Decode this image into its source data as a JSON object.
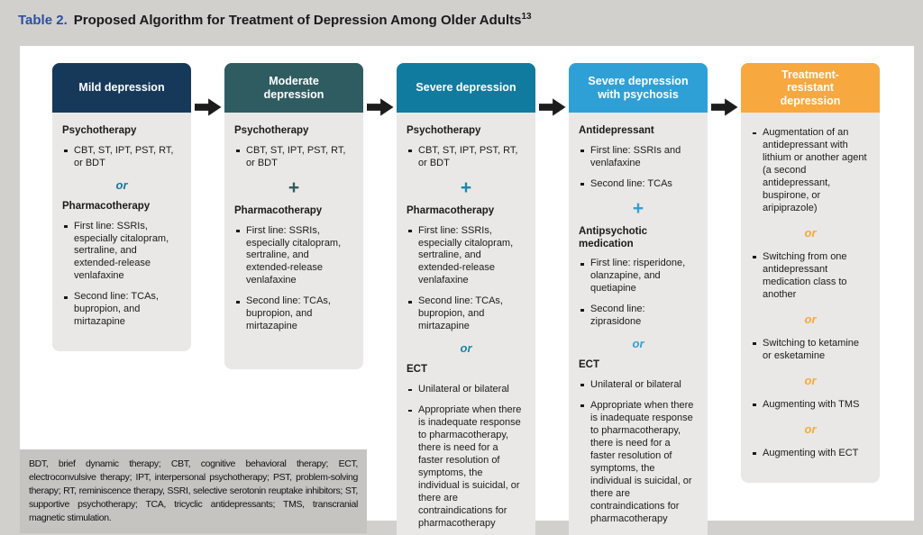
{
  "title": {
    "label": "Table 2.",
    "text": "Proposed Algorithm for Treatment of Depression Among Older Adults",
    "superscript": "13",
    "label_color": "#2b4fa2"
  },
  "columns": [
    {
      "id": "mild-depression",
      "header": "Mild depression",
      "header_color": "#16395a",
      "accent_color": "#1778a0",
      "blocks": [
        {
          "type": "heading",
          "text": "Psychotherapy"
        },
        {
          "type": "bullet",
          "text": "CBT, ST, IPT, PST, RT, or BDT"
        },
        {
          "type": "or",
          "text": "or"
        },
        {
          "type": "heading",
          "text": "Pharmacotherapy"
        },
        {
          "type": "bullet",
          "text": "First line: SSRIs, especially citalopram, sertraline, and extended-release venlafaxine"
        },
        {
          "type": "bullet",
          "text": "Second line: TCAs, bupropion, and mirtazapine"
        }
      ]
    },
    {
      "id": "moderate-depression",
      "header": "Moderate depression",
      "header_color": "#2f5c61",
      "accent_color": "#2f5c61",
      "blocks": [
        {
          "type": "heading",
          "text": "Psychotherapy"
        },
        {
          "type": "bullet",
          "text": "CBT, ST, IPT, PST, RT, or BDT"
        },
        {
          "type": "plus",
          "text": "+"
        },
        {
          "type": "heading",
          "text": "Pharmacotherapy"
        },
        {
          "type": "bullet",
          "text": "First line: SSRIs, especially citalopram, sertraline, and extended-release venlafaxine"
        },
        {
          "type": "bullet",
          "text": "Second line: TCAs, bupropion, and mirtazapine"
        }
      ]
    },
    {
      "id": "severe-depression",
      "header": "Severe depression",
      "header_color": "#117a9f",
      "accent_color": "#1b87ae",
      "blocks": [
        {
          "type": "heading",
          "text": "Psychotherapy"
        },
        {
          "type": "bullet",
          "text": "CBT, ST, IPT, PST, RT, or BDT"
        },
        {
          "type": "plus",
          "text": "+"
        },
        {
          "type": "heading",
          "text": "Pharmacotherapy"
        },
        {
          "type": "bullet",
          "text": "First line: SSRIs, especially citalopram, sertraline, and extended-release venlafaxine"
        },
        {
          "type": "bullet",
          "text": "Second line: TCAs, bupropion, and mirtazapine"
        },
        {
          "type": "or",
          "text": "or"
        },
        {
          "type": "heading",
          "text": "ECT"
        },
        {
          "type": "bullet",
          "text": "Unilateral or bilateral"
        },
        {
          "type": "bullet",
          "text": "Appropriate when there is inadequate response to pharmacotherapy, there is need for a faster resolution of symptoms, the individual is suicidal, or there are contraindications for pharmacotherapy"
        }
      ]
    },
    {
      "id": "severe-depression-with-psychosis",
      "header": "Severe depression with psychosis",
      "header_color": "#2fa0d6",
      "accent_color": "#2fa0d6",
      "blocks": [
        {
          "type": "heading",
          "text": "Antidepressant"
        },
        {
          "type": "bullet",
          "text": "First line: SSRIs and venlafaxine"
        },
        {
          "type": "bullet",
          "text": "Second line: TCAs"
        },
        {
          "type": "plus",
          "text": "+"
        },
        {
          "type": "heading",
          "text": "Antipsychotic medication"
        },
        {
          "type": "bullet",
          "text": "First line: risperidone, olanzapine, and quetiapine"
        },
        {
          "type": "bullet",
          "text": "Second line: ziprasidone"
        },
        {
          "type": "or",
          "text": "or"
        },
        {
          "type": "heading",
          "text": "ECT"
        },
        {
          "type": "bullet",
          "text": "Unilateral or bilateral"
        },
        {
          "type": "bullet",
          "text": "Appropriate when there is inadequate response to pharmacotherapy, there is need for a faster resolution of symptoms, the individual is suicidal, or there are contraindications for pharmacotherapy"
        }
      ]
    },
    {
      "id": "treatment-resistant-depression",
      "header": "Treatment-resistant depression",
      "header_color": "#f7a83e",
      "accent_color": "#f7a83e",
      "blocks": [
        {
          "type": "bullet",
          "text": "Augmentation of an antidepressant with lithium or another agent (a second antidepressant, buspirone, or aripiprazole)"
        },
        {
          "type": "or",
          "text": "or"
        },
        {
          "type": "bullet",
          "text": "Switching from one antidepressant medication class to another"
        },
        {
          "type": "or",
          "text": "or"
        },
        {
          "type": "bullet",
          "text": "Switching to ketamine or esketamine"
        },
        {
          "type": "or",
          "text": "or"
        },
        {
          "type": "bullet",
          "text": "Augmenting with TMS"
        },
        {
          "type": "or",
          "text": "or"
        },
        {
          "type": "bullet",
          "text": "Augmenting with ECT"
        }
      ]
    }
  ],
  "footnote": {
    "text": "BDT, brief dynamic therapy; CBT, cognitive behavioral therapy; ECT, electroconvulsive therapy; IPT, interpersonal psychotherapy; PST, problem-solving therapy; RT, reminiscence therapy, SSRI, selective serotonin reuptake inhibitors; ST, supportive psychotherapy; TCA, tricyclic antidepressants; TMS, transcranial magnetic stimulation."
  }
}
